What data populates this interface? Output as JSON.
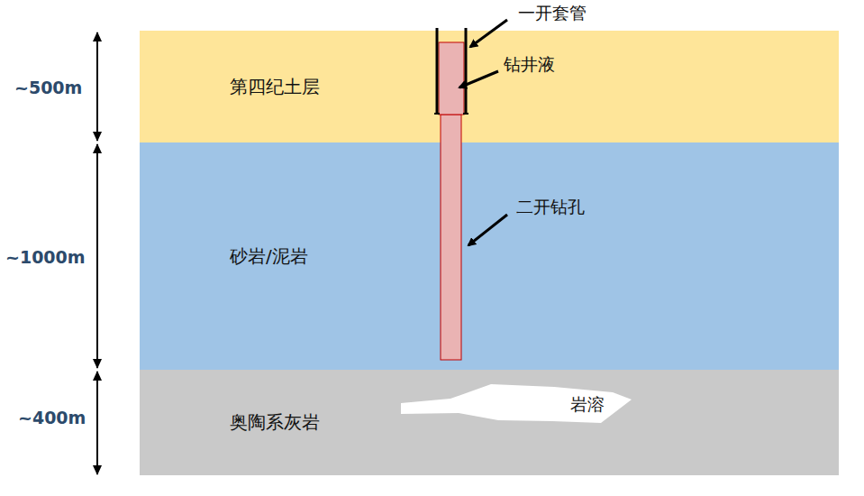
{
  "diagram": {
    "nodes": [
      {
        "text": [
          "第四纪土层"
        ]
      },
      {
        "text": [
          "砂岩/泥岩"
        ]
      },
      {
        "text": [
          "奥陶系灰岩"
        ]
      },
      {
        "text": [
          "岩溶"
        ],
        "in": 2
      }
    ],
    "labels": [
      "一开套管",
      "钻井液",
      "二开钻孔",
      "~500m",
      "~1000m",
      "~400m"
    ]
  }
}
